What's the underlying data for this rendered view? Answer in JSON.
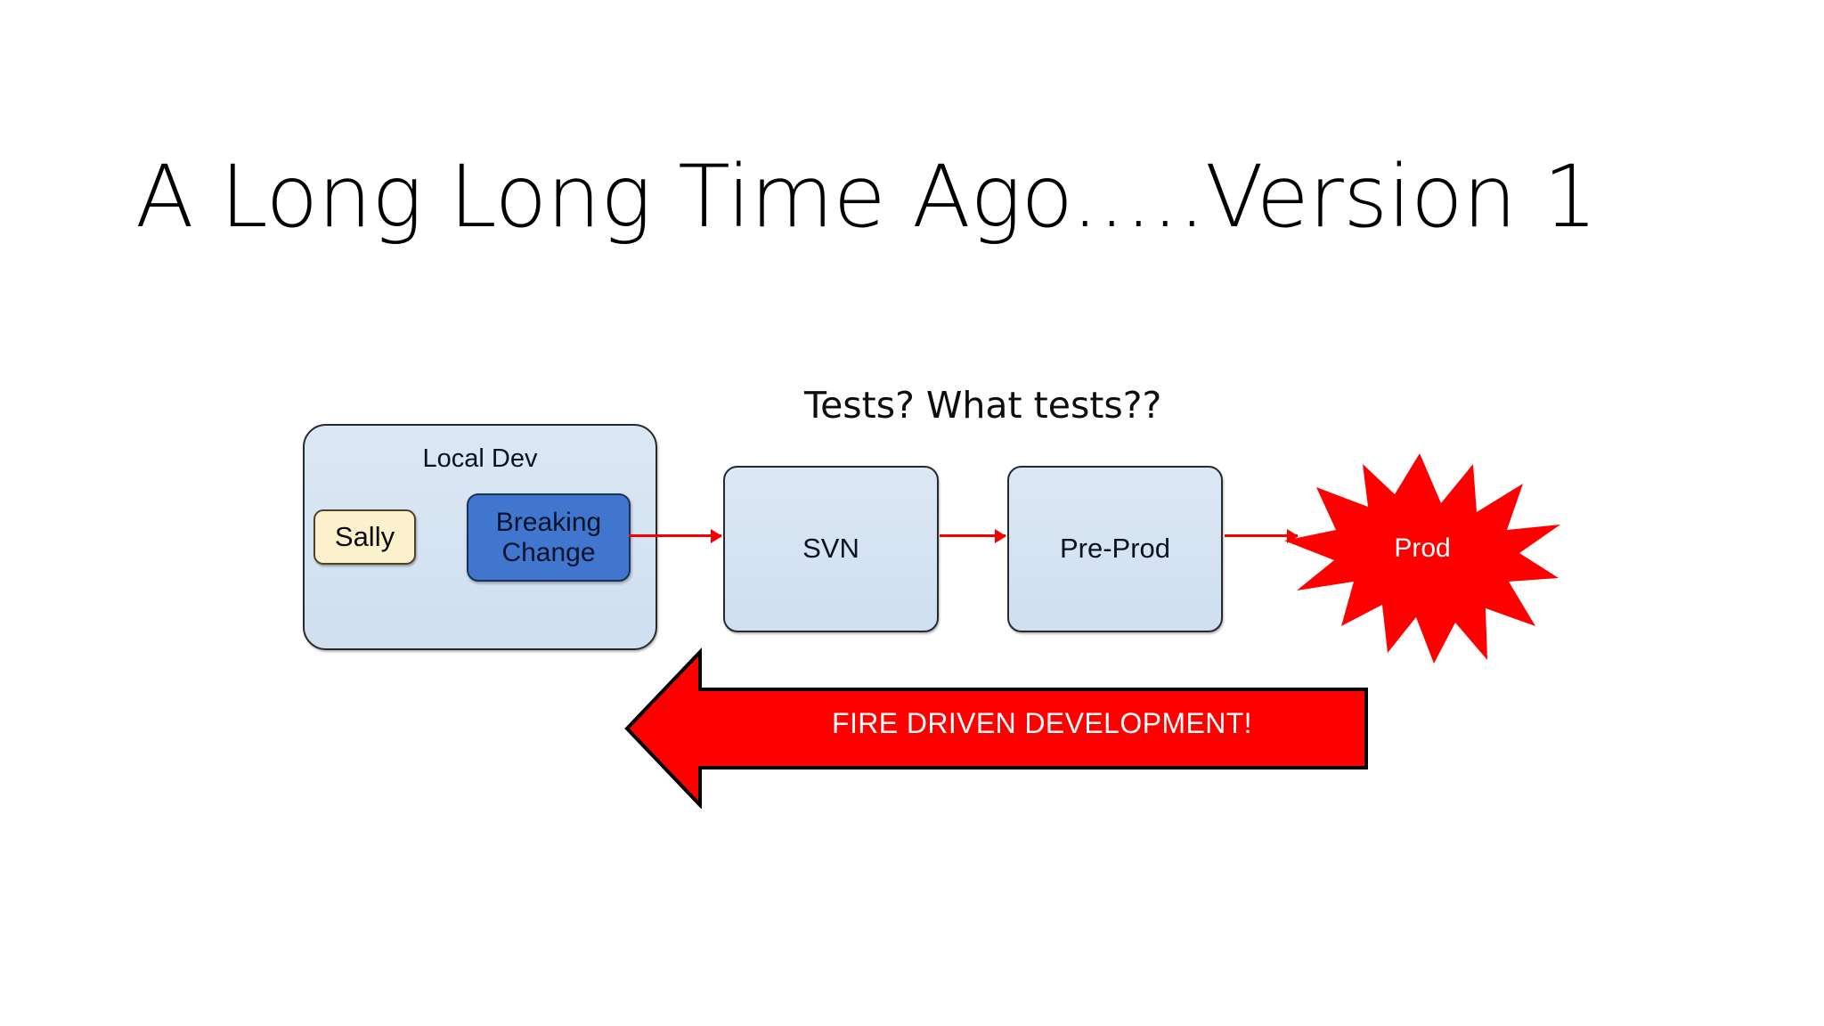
{
  "slide": {
    "title": "A Long Long Time Ago.....Version 1",
    "background_color": "#FFFFFF"
  },
  "diagram": {
    "caption": "Tests? What tests??",
    "nodes": {
      "local_dev": {
        "label": "Local Dev",
        "fill_color": "#D6E4F0",
        "border_color": "#26292E",
        "children": {
          "sally": {
            "label": "Sally",
            "fill_color": "#FDF0CD",
            "border_color": "#4D4424"
          },
          "breaking_change": {
            "label_line1": "Breaking",
            "label_line2": "Change",
            "fill_color": "#4176CE",
            "border_color": "#1B3157",
            "text_color": "#09142C"
          }
        }
      },
      "svn": {
        "label": "SVN",
        "fill_color": "#D6E4F0",
        "border_color": "#26292E"
      },
      "pre_prod": {
        "label": "Pre-Prod",
        "fill_color": "#D6E4F0",
        "border_color": "#26292E"
      },
      "prod": {
        "label": "Prod",
        "shape": "explosion-starburst",
        "fill_color": "#FF0000",
        "text_color": "#FFFFFF"
      }
    },
    "connectors": {
      "color": "#F70000",
      "flow": [
        "Breaking Change",
        "SVN",
        "Pre-Prod",
        "Prod"
      ]
    },
    "feedback_arrow": {
      "label": "FIRE DRIVEN DEVELOPMENT!",
      "direction": "left",
      "fill_color": "#FF0000",
      "border_color": "#000000",
      "text_color": "#FFFFFF"
    }
  },
  "icons": {
    "arrow_right": "arrow-right-icon",
    "arrow_left_block": "arrow-left-block-icon",
    "explosion": "explosion-icon"
  }
}
